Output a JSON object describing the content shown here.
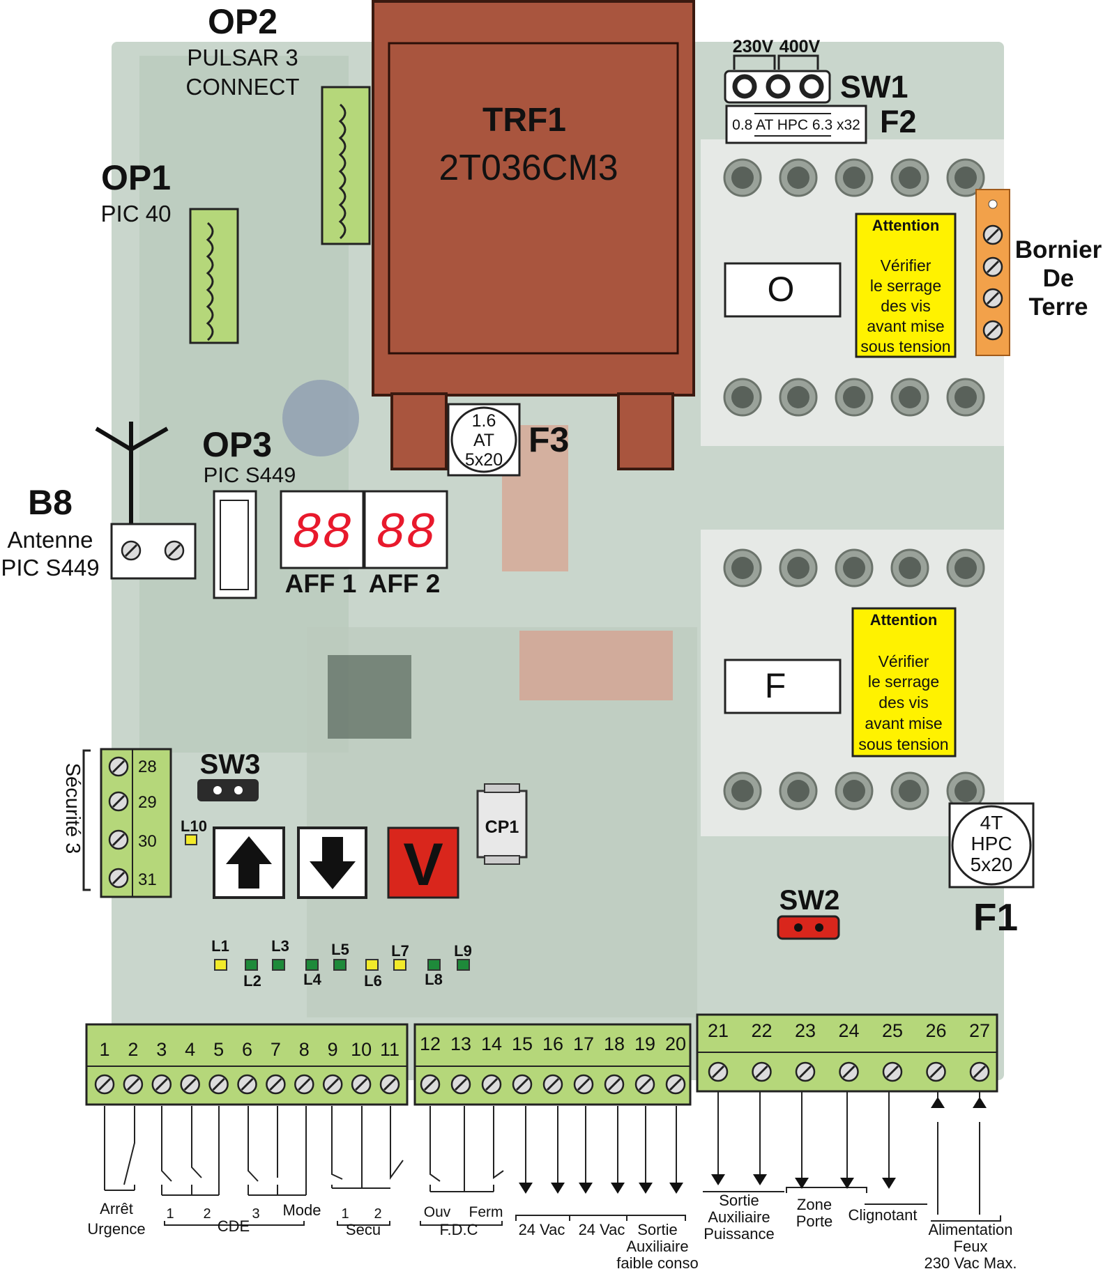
{
  "op2": {
    "title": "OP2",
    "line1": "PULSAR 3",
    "line2": "CONNECT"
  },
  "op1": {
    "title": "OP1",
    "line1": "PIC 40"
  },
  "trf1": {
    "title": "TRF1",
    "model": "2T036CM3"
  },
  "sw1": {
    "title": "SW1",
    "opt1": "230V",
    "opt2": "400V"
  },
  "f2": {
    "title": "F2",
    "spec": "0.8 AT HPC 6.3 x32"
  },
  "contactor_o": {
    "label": "O"
  },
  "contactor_f": {
    "label": "F"
  },
  "attention": {
    "title": "Attention",
    "l1": "Vérifier",
    "l2": "le serrage",
    "l3": "des vis",
    "l4": "avant mise",
    "l5": "sous tension"
  },
  "bornier": {
    "l1": "Bornier",
    "l2": "De",
    "l3": "Terre"
  },
  "f3": {
    "title": "F3",
    "l1": "1.6",
    "l2": "AT",
    "l3": "5x20"
  },
  "op3": {
    "title": "OP3",
    "line1": "PIC S449"
  },
  "b8": {
    "title": "B8",
    "line1": "Antenne",
    "line2": "PIC S449"
  },
  "displays": {
    "digits": "8888",
    "aff1": "AFF 1",
    "aff2": "AFF 2"
  },
  "securite3": {
    "label": "Sécurité 3",
    "terminals": [
      "28",
      "29",
      "30",
      "31"
    ]
  },
  "sw3": {
    "title": "SW3"
  },
  "l10": "L10",
  "buttons": {
    "v_label": "V"
  },
  "cp1": "CP1",
  "f1": {
    "title": "F1",
    "l1": "4T",
    "l2": "HPC",
    "l3": "5x20"
  },
  "sw2": {
    "title": "SW2"
  },
  "leds": {
    "top": [
      "L1",
      "L3",
      "L5",
      "L7",
      "L9"
    ],
    "bottom": [
      "L2",
      "L4",
      "L6",
      "L8"
    ]
  },
  "block1_terminals": [
    "1",
    "2",
    "3",
    "4",
    "5",
    "6",
    "7",
    "8",
    "9",
    "10",
    "11"
  ],
  "block2_terminals": [
    "12",
    "13",
    "14",
    "15",
    "16",
    "17",
    "18",
    "19",
    "20"
  ],
  "block3_terminals": [
    "21",
    "22",
    "23",
    "24",
    "25",
    "26",
    "27"
  ],
  "wiring": {
    "arret1": "Arrêt",
    "arret2": "Urgence",
    "cde_nums": [
      "1",
      "2",
      "3"
    ],
    "cde": "CDE",
    "mode": "Mode",
    "secu_nums": [
      "1",
      "2"
    ],
    "secu": "Secu",
    "ouv": "Ouv",
    "ferm": "Ferm",
    "fdc": "F.D.C",
    "vac1": "24 Vac",
    "vac2": "24 Vac",
    "sortie_faible": [
      "Sortie",
      "Auxiliaire",
      "faible conso"
    ],
    "sortie_puissance": [
      "Sortie",
      "Auxiliaire",
      "Puissance"
    ],
    "zone": [
      "Zone",
      "Porte"
    ],
    "clignotant": "Clignotant",
    "alim": [
      "Alimentation",
      "Feux",
      "230 Vac Max."
    ]
  },
  "colors": {
    "terminal_green": "#b5d77a",
    "transformer": "#a9553e",
    "warning_yellow": "#fff200",
    "led_red": "#e8192c",
    "button_red": "#d9261c",
    "led_green": "#1e8a3a",
    "led_yellow": "#f2ea2a",
    "earth_orange": "#f2a14a"
  }
}
